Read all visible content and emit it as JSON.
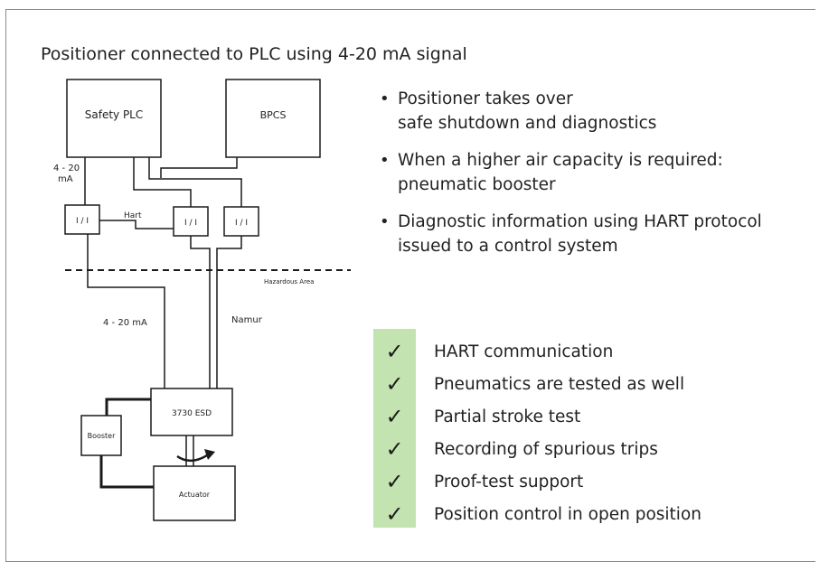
{
  "title": "Positioner connected to PLC using 4-20 mA signal",
  "diagram": {
    "safety_plc": "Safety PLC",
    "bpcs": "BPCS",
    "signal_top_line1": "4 - 20",
    "signal_top_line2": "mA",
    "converter1": "I / I",
    "converter2": "I / I",
    "converter3": "I / I",
    "hart": "Hart",
    "hazardous_area": "Hazardous Area",
    "signal_bottom": "4 - 20 mA",
    "namur": "Namur",
    "positioner": "3730 ESD",
    "booster": "Booster",
    "actuator": "Actuator"
  },
  "bullets": [
    {
      "line1": "Positioner takes over",
      "line2": "safe shutdown and diagnostics"
    },
    {
      "line1": "When a higher air capacity is required:",
      "line2": "pneumatic booster"
    },
    {
      "line1": "Diagnostic information using HART protocol",
      "line2": "issued to a control system"
    }
  ],
  "bullet_symbol": "•",
  "check_symbol": "✓",
  "checklist": [
    "HART communication",
    "Pneumatics are tested as well",
    "Partial stroke test",
    "Recording of spurious trips",
    "Proof-test support",
    "Position control in open position"
  ],
  "colors": {
    "check_band": "#c3e3b0",
    "frame": "#8a8a8a",
    "line": "#1a1a1a"
  }
}
